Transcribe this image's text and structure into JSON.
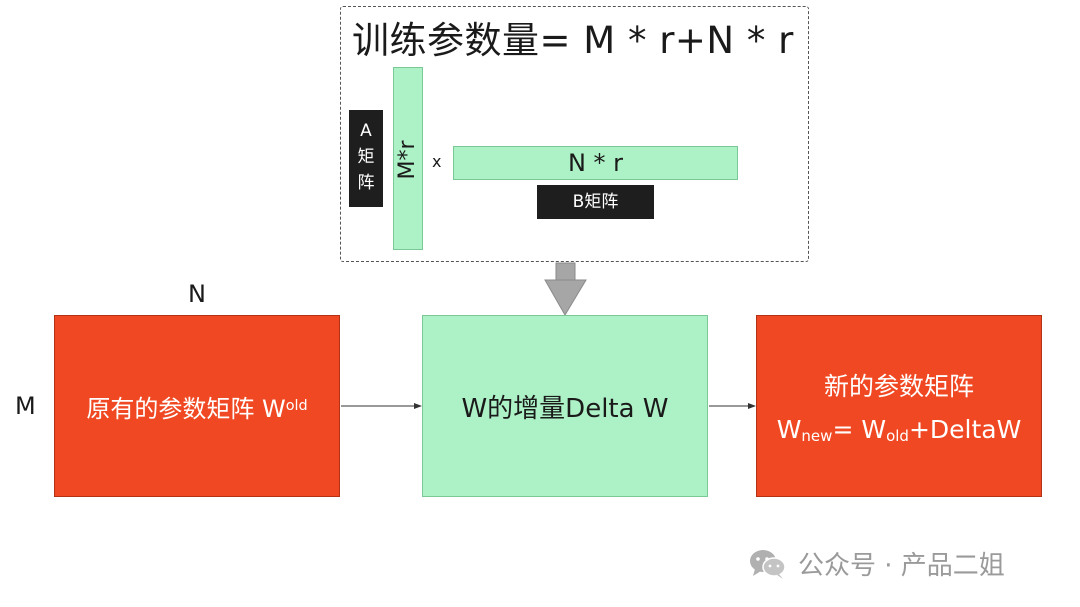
{
  "formula": "训练参数量= M * r+N * r",
  "matrix_a": {
    "bar_text": "M*r",
    "label_chars": [
      "A",
      "矩",
      "阵"
    ]
  },
  "times_symbol": "x",
  "matrix_b": {
    "bar_text": "N * r",
    "label": "B矩阵"
  },
  "axis_labels": {
    "n": "N",
    "m": "M"
  },
  "left_box": {
    "text": "原有的参数矩阵 W",
    "sub": "old"
  },
  "middle_box": {
    "text": "W的增量Delta W"
  },
  "right_box": {
    "line1": "新的参数矩阵",
    "w1": "W",
    "sub1": "new",
    "eq": "= W",
    "sub2": "old",
    "tail": "+DeltaW"
  },
  "watermark": {
    "text": "公众号 · 产品二姐",
    "icon": "wechat-icon"
  },
  "colors": {
    "green_fill": "#adf1c6",
    "red_fill": "#f04822",
    "dark_label": "#1e1e1e",
    "arrow_gray": "#a6a6a6"
  }
}
